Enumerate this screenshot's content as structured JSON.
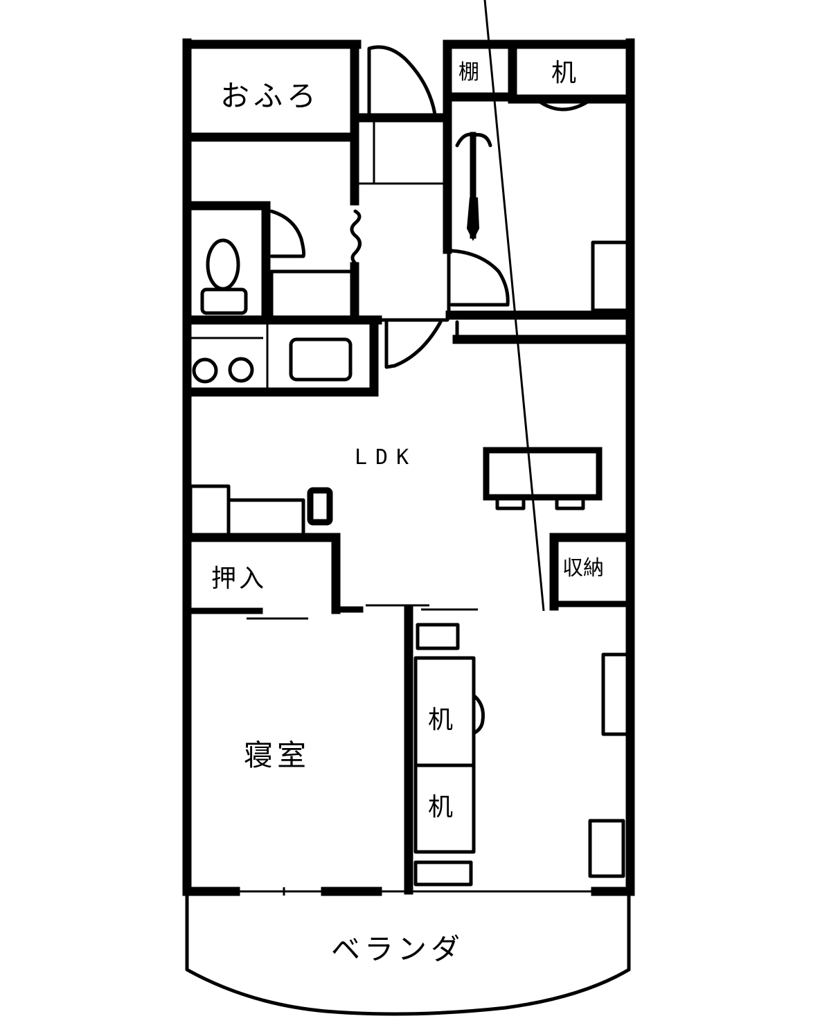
{
  "diagram": {
    "type": "floor-plan",
    "layout": "3LDK apartment, hand drawn",
    "line_color": "#000000",
    "background_color": "#ffffff"
  },
  "rooms": {
    "bath": {
      "label": "おふろ"
    },
    "shelf": {
      "label": "棚"
    },
    "desk_top": {
      "label": "机"
    },
    "ldk": {
      "label": "LDK"
    },
    "closet": {
      "label": "押入"
    },
    "storage": {
      "label": "収納"
    },
    "bedroom": {
      "label": "寝室"
    },
    "desk_a": {
      "label": "机"
    },
    "desk_b": {
      "label": "机"
    },
    "balcony": {
      "label": "ベランダ"
    }
  },
  "fixtures": [
    "toilet",
    "two-burner-stove",
    "kitchen-sink",
    "dining-table-with-chairs",
    "entrance-door-arrow",
    "wavy-curtain"
  ]
}
